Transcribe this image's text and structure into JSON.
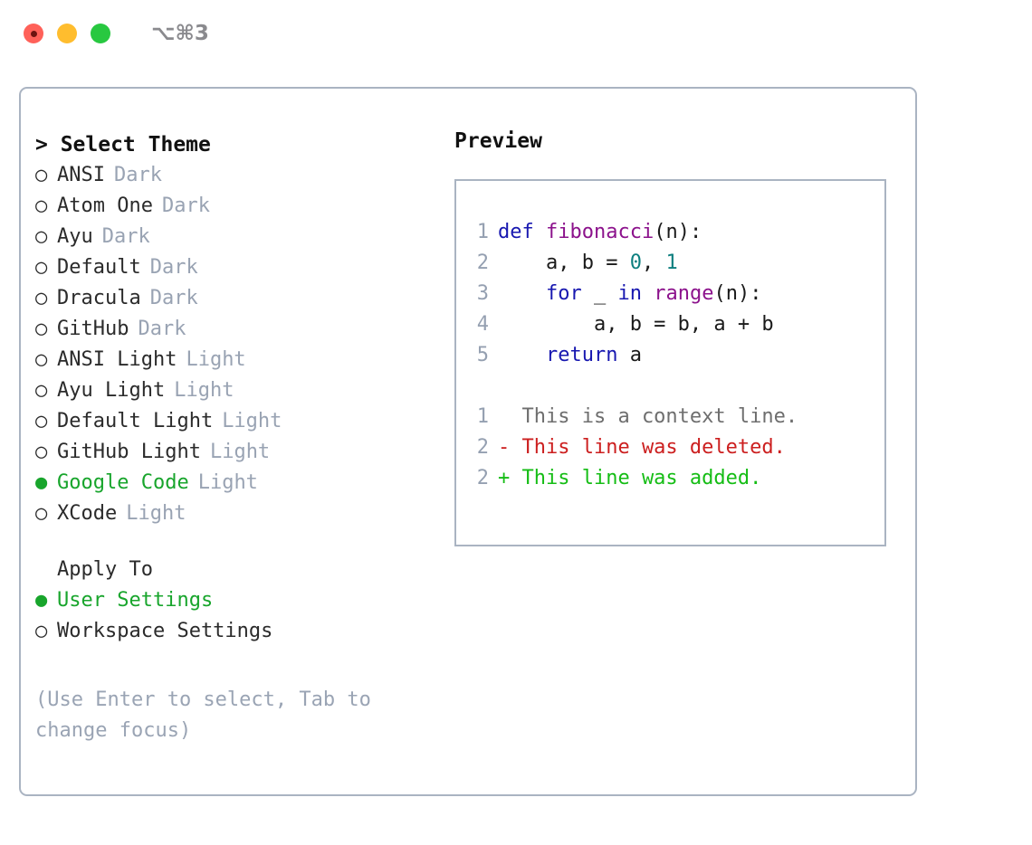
{
  "titlebar": {
    "shortcut": "⌥⌘3",
    "buttons": [
      {
        "name": "close",
        "color": "#ff6159"
      },
      {
        "name": "minimize",
        "color": "#ffbd2e"
      },
      {
        "name": "zoom",
        "color": "#28c840"
      }
    ]
  },
  "theme_panel": {
    "header": "> Select Theme",
    "marker_unselected": "○",
    "marker_selected": "●",
    "items": [
      {
        "name": "ANSI",
        "tag": "Dark",
        "selected": false
      },
      {
        "name": "Atom One",
        "tag": "Dark",
        "selected": false
      },
      {
        "name": "Ayu",
        "tag": "Dark",
        "selected": false
      },
      {
        "name": "Default",
        "tag": "Dark",
        "selected": false
      },
      {
        "name": "Dracula",
        "tag": "Dark",
        "selected": false
      },
      {
        "name": "GitHub",
        "tag": "Dark",
        "selected": false
      },
      {
        "name": "ANSI Light",
        "tag": "Light",
        "selected": false
      },
      {
        "name": "Ayu Light",
        "tag": "Light",
        "selected": false
      },
      {
        "name": "Default Light",
        "tag": "Light",
        "selected": false
      },
      {
        "name": "GitHub Light",
        "tag": "Light",
        "selected": false
      },
      {
        "name": "Google Code",
        "tag": "Light",
        "selected": true
      },
      {
        "name": "XCode",
        "tag": "Light",
        "selected": false
      }
    ],
    "apply_to": {
      "label": "Apply To",
      "options": [
        {
          "name": "User Settings",
          "selected": true
        },
        {
          "name": "Workspace Settings",
          "selected": false
        }
      ]
    },
    "help_text": "(Use Enter to select, Tab to change focus)"
  },
  "preview_panel": {
    "title": "Preview",
    "code_lines": [
      {
        "no": "1",
        "tokens": [
          {
            "t": "def ",
            "c": "kw"
          },
          {
            "t": "fibonacci",
            "c": "fn"
          },
          {
            "t": "(n):",
            "c": "plain"
          }
        ]
      },
      {
        "no": "2",
        "tokens": [
          {
            "t": "    a, b = ",
            "c": "plain"
          },
          {
            "t": "0",
            "c": "num"
          },
          {
            "t": ", ",
            "c": "plain"
          },
          {
            "t": "1",
            "c": "num"
          }
        ]
      },
      {
        "no": "3",
        "tokens": [
          {
            "t": "    ",
            "c": "plain"
          },
          {
            "t": "for",
            "c": "kw"
          },
          {
            "t": " _ ",
            "c": "plain"
          },
          {
            "t": "in",
            "c": "kw"
          },
          {
            "t": " ",
            "c": "plain"
          },
          {
            "t": "range",
            "c": "fn"
          },
          {
            "t": "(n):",
            "c": "plain"
          }
        ]
      },
      {
        "no": "4",
        "tokens": [
          {
            "t": "        a, b = b, a + b",
            "c": "plain"
          }
        ]
      },
      {
        "no": "5",
        "tokens": [
          {
            "t": "    ",
            "c": "plain"
          },
          {
            "t": "return",
            "c": "kw"
          },
          {
            "t": " a",
            "c": "plain"
          }
        ]
      }
    ],
    "diff_lines": [
      {
        "no": "1",
        "sign": "  ",
        "text": "This is a context line.",
        "kind": "ctx"
      },
      {
        "no": "2",
        "sign": "- ",
        "text": "This line was deleted.",
        "kind": "del"
      },
      {
        "no": "2",
        "sign": "+ ",
        "text": "This line was added.",
        "kind": "add"
      }
    ]
  },
  "colors": {
    "accent_green": "#18a52c",
    "panel_border": "#aab4c2",
    "muted_text": "#99a3b3",
    "keyword": "#1818b0",
    "function": "#8c128c",
    "number": "#0d7f7f",
    "diff_add": "#15bd15",
    "diff_del": "#cc1f1f",
    "diff_ctx": "#6e6e6e"
  }
}
